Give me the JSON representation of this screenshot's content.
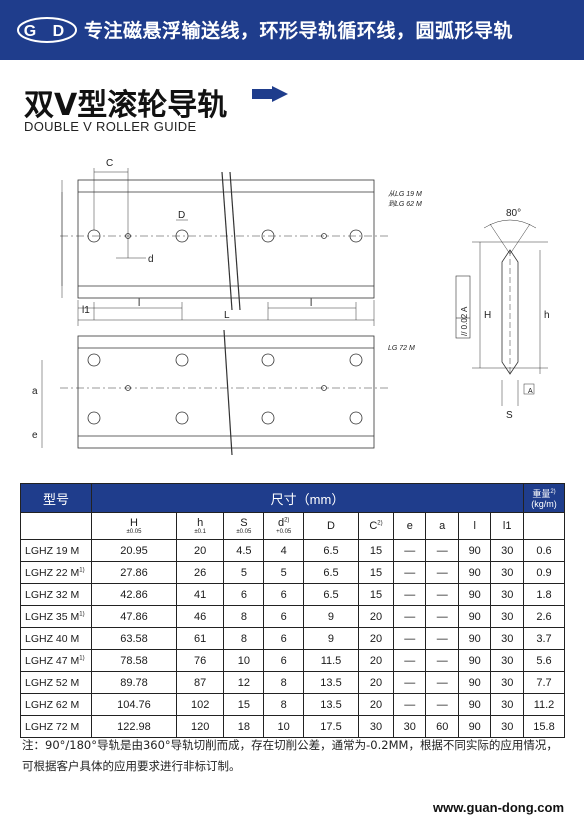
{
  "banner": {
    "logo_text": "GD",
    "title": "专注磁悬浮输送线，环形导轨循环线，圆弧形导轨"
  },
  "heading": {
    "title": "双V型滚轮导轨",
    "subtitle": "DOUBLE V ROLLER GUIDE"
  },
  "drawing": {
    "labels": {
      "C": "C",
      "D": "D",
      "d": "d",
      "H": "H",
      "h": "h",
      "l1": "l1",
      "l": "l",
      "L": "L",
      "a": "a",
      "e": "e",
      "S": "S",
      "angle": "80°",
      "tolerance": "// 0.02 A",
      "lg_19": "从LG 19 M",
      "lg_62": "到LG 62 M",
      "lg_72": "LG 72 M",
      "datum": "A"
    }
  },
  "table": {
    "header_model": "型号",
    "header_dims": "尺寸（mm）",
    "header_weight": "重量",
    "header_weight_sup": "2)",
    "header_weight_unit": "(kg/m)",
    "columns": [
      {
        "label": "H",
        "tol": "±0.05"
      },
      {
        "label": "h",
        "tol": "±0.1"
      },
      {
        "label": "S",
        "tol": "±0.05"
      },
      {
        "label": "d",
        "sup": "2)",
        "tol": "+0.05"
      },
      {
        "label": "D"
      },
      {
        "label": "C",
        "sup": "2)"
      },
      {
        "label": "e"
      },
      {
        "label": "a"
      },
      {
        "label": "l"
      },
      {
        "label": "l1"
      }
    ],
    "rows": [
      {
        "model": "LGHZ  19  M",
        "sup": "",
        "values": [
          "20.95",
          "20",
          "4.5",
          "4",
          "6.5",
          "15",
          "—",
          "—",
          "90",
          "30",
          "0.6"
        ]
      },
      {
        "model": "LGHZ  22  M",
        "sup": "1)",
        "values": [
          "27.86",
          "26",
          "5",
          "5",
          "6.5",
          "15",
          "—",
          "—",
          "90",
          "30",
          "0.9"
        ]
      },
      {
        "model": "LGHZ  32  M",
        "sup": "",
        "values": [
          "42.86",
          "41",
          "6",
          "6",
          "6.5",
          "15",
          "—",
          "—",
          "90",
          "30",
          "1.8"
        ]
      },
      {
        "model": "LGHZ  35  M",
        "sup": "1)",
        "values": [
          "47.86",
          "46",
          "8",
          "6",
          "9",
          "20",
          "—",
          "—",
          "90",
          "30",
          "2.6"
        ]
      },
      {
        "model": "LGHZ  40  M",
        "sup": "",
        "values": [
          "63.58",
          "61",
          "8",
          "6",
          "9",
          "20",
          "—",
          "—",
          "90",
          "30",
          "3.7"
        ]
      },
      {
        "model": "LGHZ  47  M",
        "sup": "1)",
        "values": [
          "78.58",
          "76",
          "10",
          "6",
          "11.5",
          "20",
          "—",
          "—",
          "90",
          "30",
          "5.6"
        ]
      },
      {
        "model": "LGHZ  52  M",
        "sup": "",
        "values": [
          "89.78",
          "87",
          "12",
          "8",
          "13.5",
          "20",
          "—",
          "—",
          "90",
          "30",
          "7.7"
        ]
      },
      {
        "model": "LGHZ  62  M",
        "sup": "",
        "values": [
          "104.76",
          "102",
          "15",
          "8",
          "13.5",
          "20",
          "—",
          "—",
          "90",
          "30",
          "11.2"
        ]
      },
      {
        "model": "LGHZ  72  M",
        "sup": "",
        "values": [
          "122.98",
          "120",
          "18",
          "10",
          "17.5",
          "30",
          "30",
          "60",
          "90",
          "30",
          "15.8"
        ]
      }
    ]
  },
  "note": "注：90°/180°导轨是由360°导轨切削而成，存在切削公差，通常为-0.2MM，根据不同实际的应用情况，可根据客户具体的应用要求进行非标订制。",
  "footer": {
    "website": "www.guan-dong.com"
  },
  "colors": {
    "brand": "#1f3d8c",
    "text": "#1a1a1a"
  }
}
